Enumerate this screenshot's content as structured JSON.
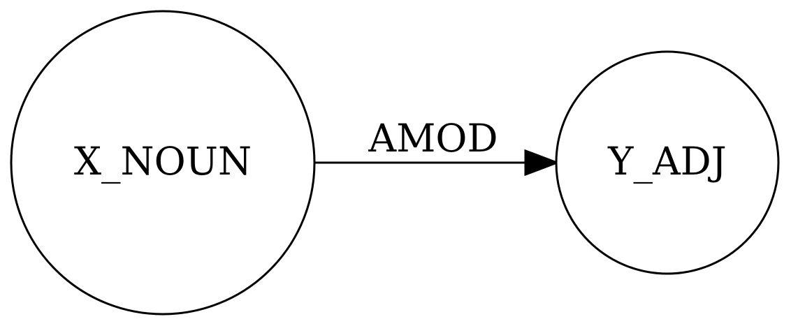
{
  "nodes": [
    {
      "id": "x",
      "label": "X_NOUN"
    },
    {
      "id": "y",
      "label": "Y_ADJ"
    }
  ],
  "edges": [
    {
      "from": "x",
      "to": "y",
      "label": "AMOD"
    }
  ],
  "colors": {
    "stroke": "#000000",
    "background": "#ffffff"
  }
}
